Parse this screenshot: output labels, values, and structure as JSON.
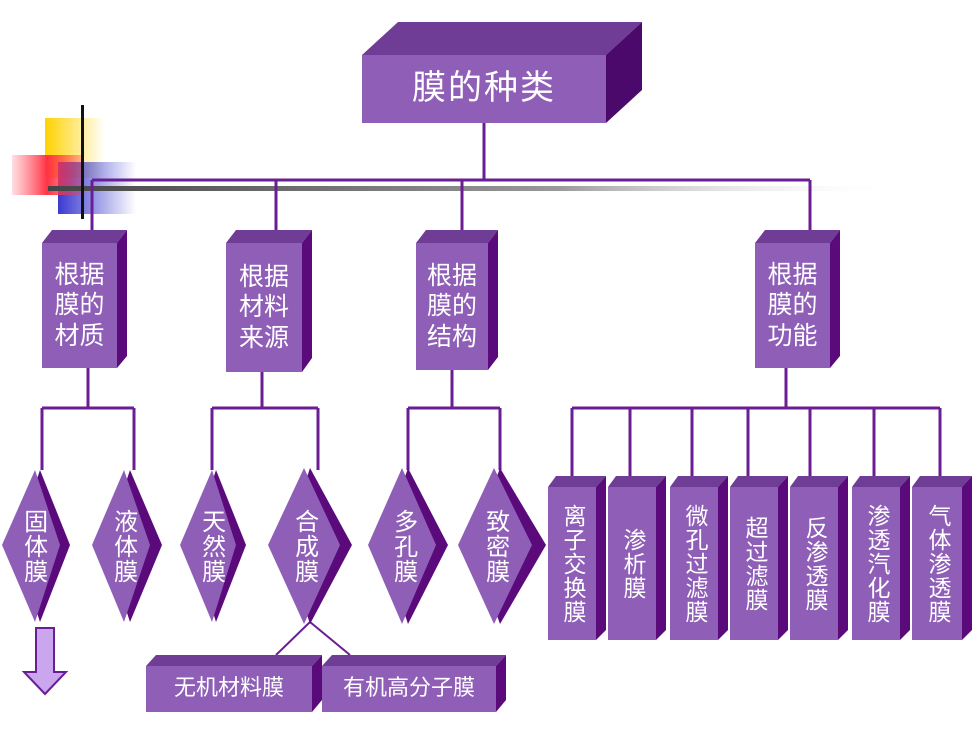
{
  "title": "膜的种类",
  "colors": {
    "front": "#8f5fb8",
    "top": "#6f3d96",
    "side": "#5a0a7a",
    "line": "#6b1d94",
    "arrow": "#c9a6ee"
  },
  "categories": [
    {
      "label": "根据膜的材质",
      "lines": [
        "根据",
        "膜的",
        "材质"
      ]
    },
    {
      "label": "根据材料来源",
      "lines": [
        "根据",
        "材料",
        "来源"
      ]
    },
    {
      "label": "根据膜的结构",
      "lines": [
        "根据",
        "膜的",
        "结构"
      ]
    },
    {
      "label": "根据膜的功能",
      "lines": [
        "根据",
        "膜的",
        "功能"
      ]
    }
  ],
  "material_types": [
    "固体膜",
    "液体膜"
  ],
  "source_types": [
    "天然膜",
    "合成膜"
  ],
  "structure_types": [
    "多孔膜",
    "致密膜"
  ],
  "function_types": [
    "离子交换膜",
    "渗析膜",
    "微孔过滤膜",
    "超过滤膜",
    "反渗透膜",
    "渗透汽化膜",
    "气体渗透膜"
  ],
  "synthetic_types": [
    "无机材料膜",
    "有机高分子膜"
  ],
  "icons": [
    "down-arrow-icon",
    "corner-decoration-icon"
  ]
}
